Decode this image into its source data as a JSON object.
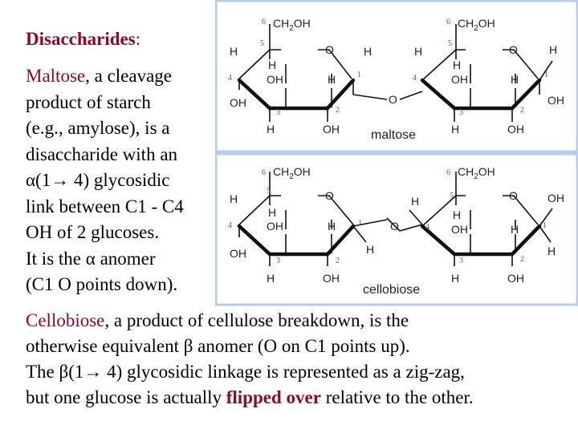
{
  "title": {
    "heading": "Disaccharides",
    "colon": ":"
  },
  "maltose_text": {
    "name": "Maltose",
    "line1_rest": ", a cleavage",
    "line2": "product of starch",
    "line3": "(e.g., amylose), is a",
    "line4": "disaccharide with an",
    "alpha_link": "α(1→ 4)",
    "line5_rest": " glycosidic",
    "line6": "link between C1 - C4",
    "line7": "OH of 2 glucoses.",
    "line8_pre": "It is the ",
    "alpha": "α",
    "line8_post": " anomer",
    "line9": "(C1 O points down)."
  },
  "cellobiose_text": {
    "name": "Cellobiose",
    "line1_rest": ", a product of cellulose breakdown, is the",
    "line2_pre": "otherwise equivalent ",
    "beta": "β",
    "line2_post": " anomer (O on C1 points up).",
    "line3_pre": "The ",
    "beta_link": "β(1→ 4)",
    "line3_post": " glycosidic linkage is represented as a zig-zag,",
    "line4_pre": "but one glucose is actually ",
    "flipped": "flipped over",
    "line4_post": " relative to the other."
  },
  "diagram": {
    "maltose_caption": "maltose",
    "cellobiose_caption": "cellobiose",
    "atoms": {
      "ring_o": "O",
      "bridge_o": "O",
      "h": "H",
      "oh": "OH",
      "ch2oh_c": "CH",
      "ch2oh_sub": "2",
      "ch2oh_end": "OH"
    },
    "carbon_numbers": [
      "1",
      "2",
      "3",
      "4",
      "5",
      "6"
    ],
    "colors": {
      "accent": "#8b0a2a",
      "panel_border": "#b9cbe8",
      "numbers": "#c0392b"
    }
  }
}
